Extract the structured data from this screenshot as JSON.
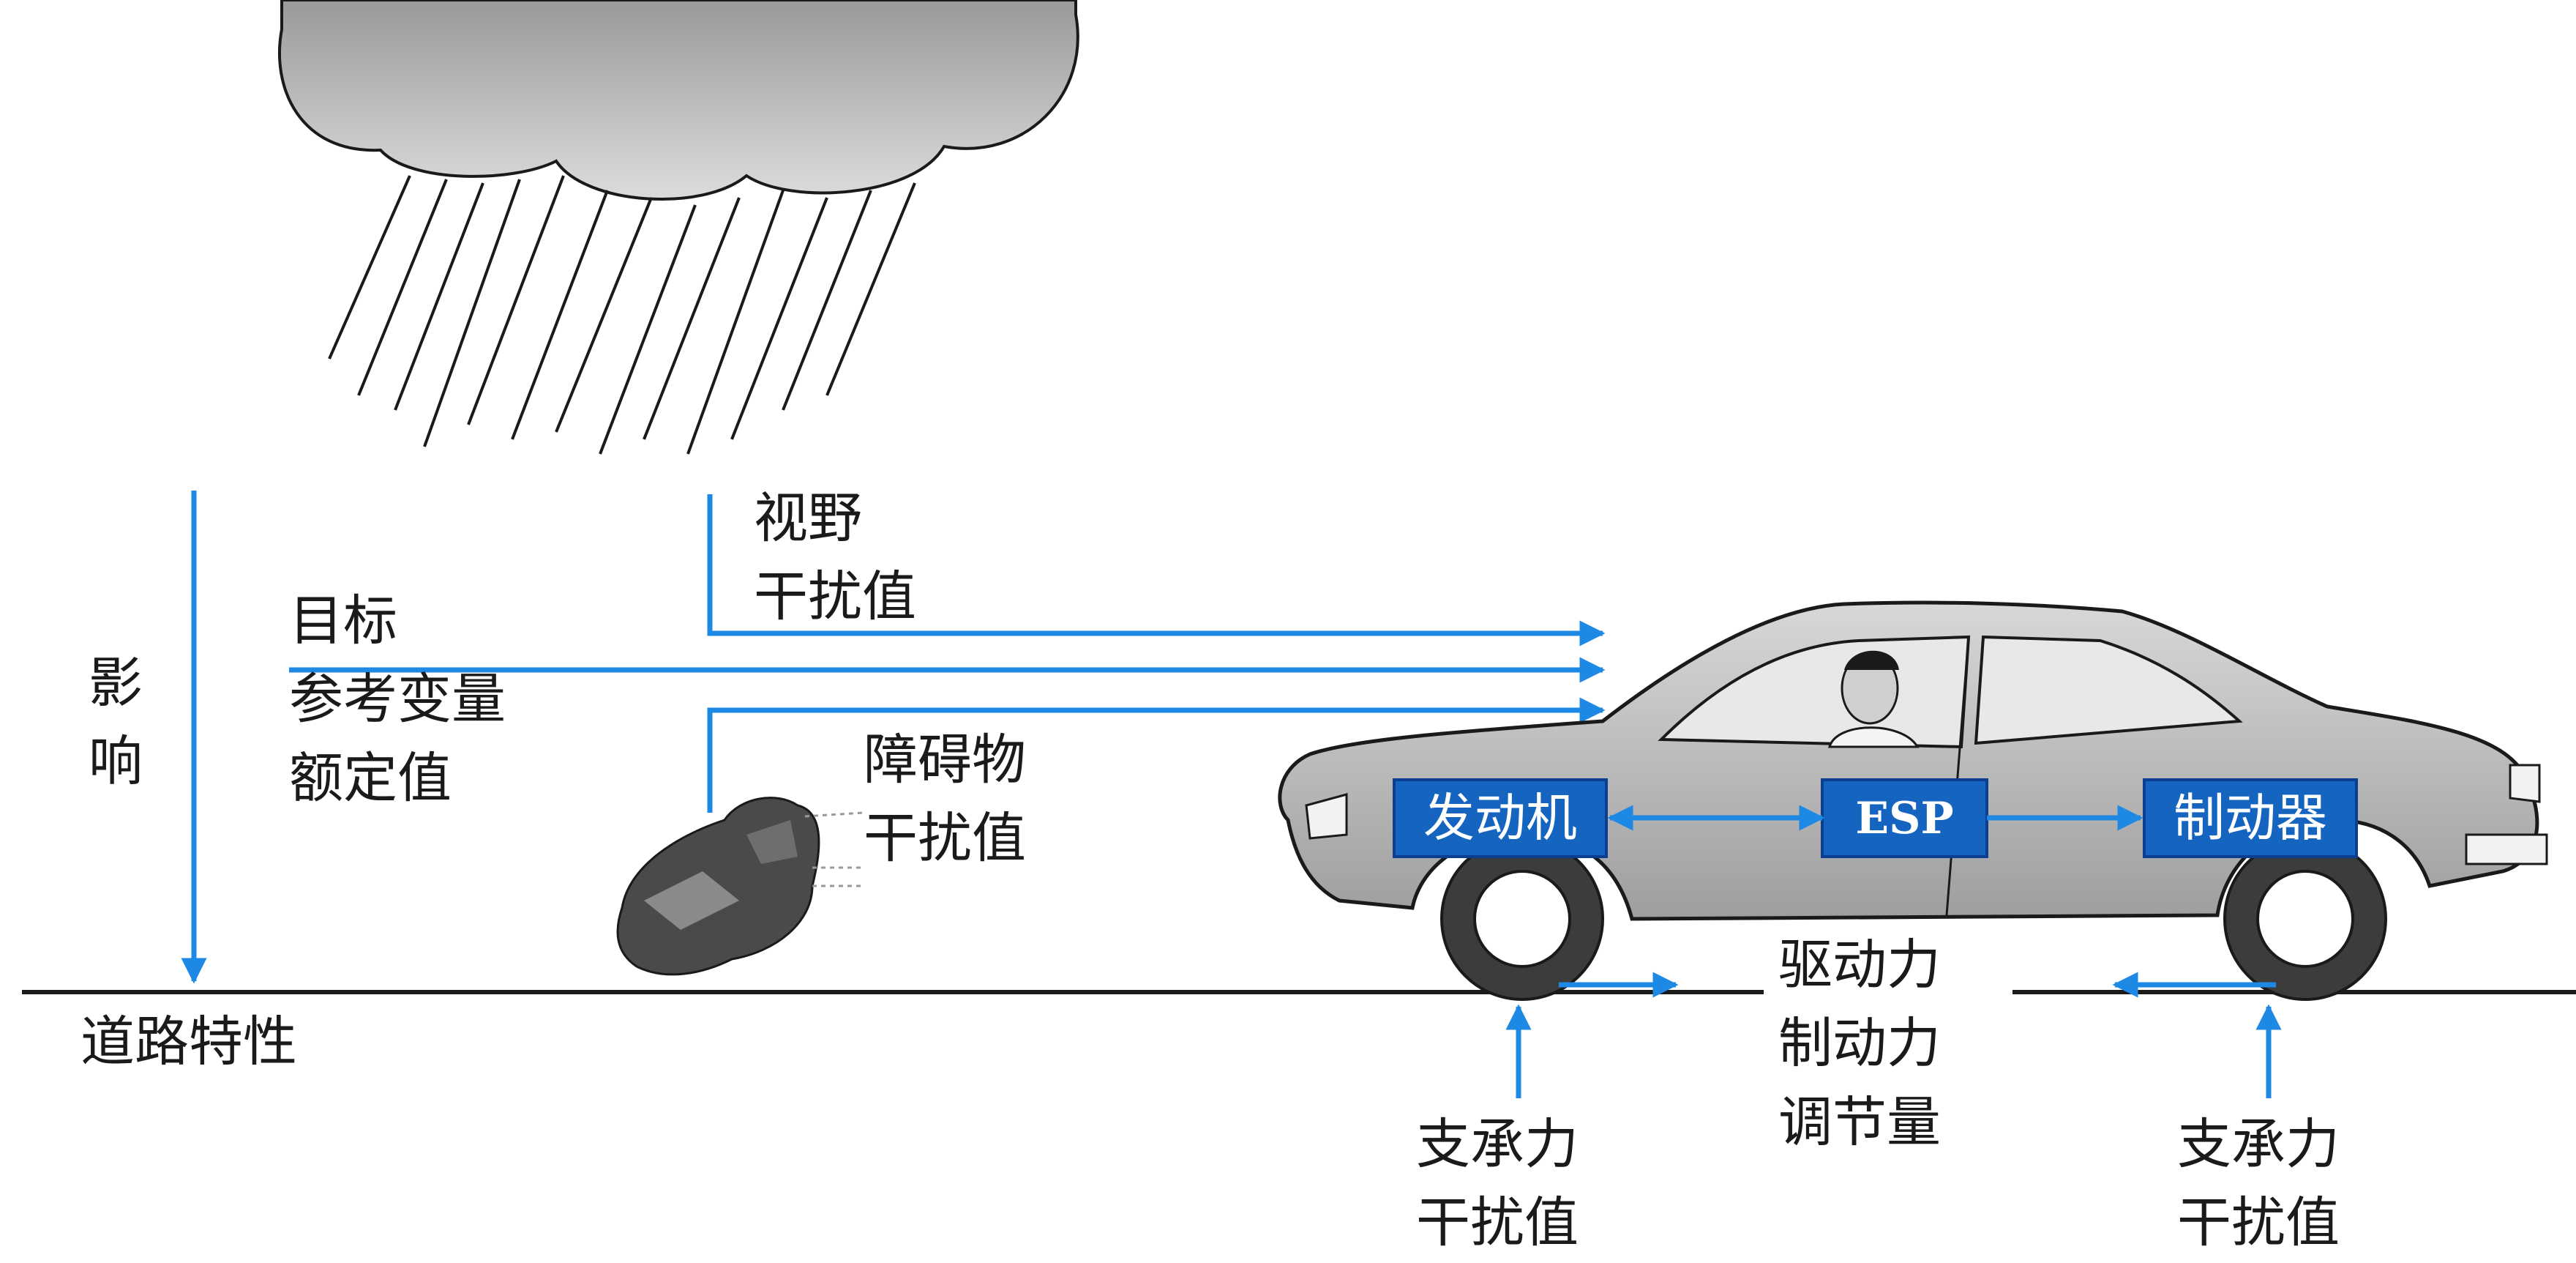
{
  "diagram": {
    "labels": {
      "influence": "影响",
      "road_properties": "道路特性",
      "target_reference": "目标\n参考变量\n额定值",
      "visibility_disturbance": "视野\n干扰值",
      "obstacle_disturbance": "障碍物\n干扰值",
      "drive_brake_force": "驱动力\n制动力\n调节量",
      "support_force_front": "支承力\n干扰值",
      "support_force_rear": "支承力\n干扰值"
    },
    "boxes": {
      "engine": "发动机",
      "esp": "ESP",
      "brake": "制动器"
    }
  },
  "colors": {
    "arrow": "#1e88e5",
    "box_fill": "#1565c0",
    "box_text": "#ffffff",
    "ink": "#1a1a1a",
    "car_body": "#b8b8b8",
    "cloud": "#cfcfcf"
  },
  "icons": [
    "rain-cloud-icon",
    "obstacle-icon",
    "car-icon",
    "driver-icon"
  ]
}
